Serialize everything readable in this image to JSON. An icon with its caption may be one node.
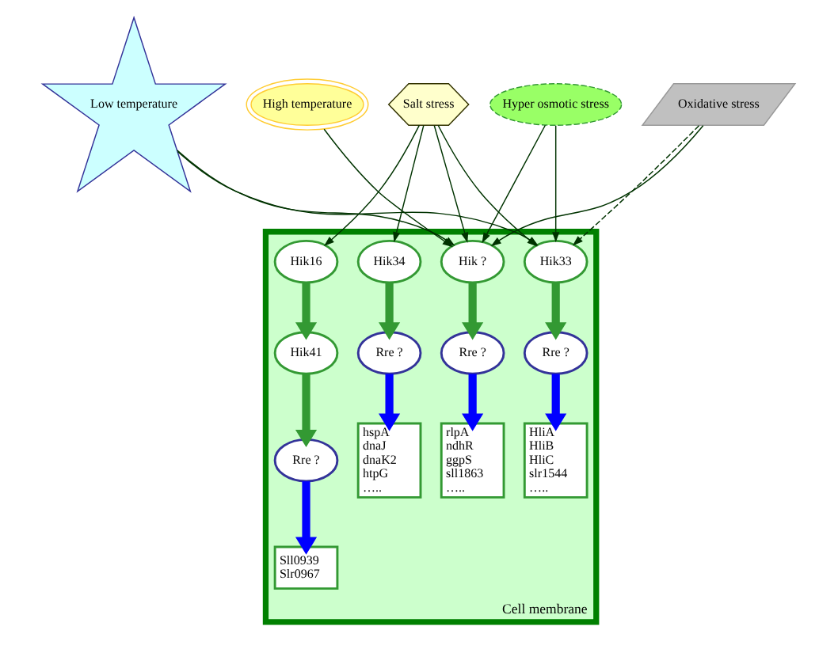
{
  "diagram": {
    "nodes": [
      {
        "text": [
          "Low temperature"
        ]
      },
      {
        "text": [
          "High temperature"
        ]
      },
      {
        "text": [
          "Salt stress"
        ]
      },
      {
        "text": [
          "Hyper osmotic stress"
        ]
      },
      {
        "text": [
          "Oxidative stress"
        ]
      },
      {
        "text": [
          "Cell membrane"
        ]
      },
      {
        "text": [
          "Hik33"
        ],
        "in": 5
      },
      {
        "text": [
          "Hik34"
        ],
        "in": 5
      },
      {
        "text": [
          "Hik16"
        ],
        "in": 5
      },
      {
        "text": [
          "Hik41"
        ],
        "in": 5
      },
      {
        "text": [
          "Hik ?"
        ],
        "in": 5
      },
      {
        "text": [
          "Rre ?"
        ],
        "in": 5
      },
      {
        "text": [
          "Rre ?"
        ],
        "in": 5
      },
      {
        "text": [
          "Rre ?"
        ],
        "in": 5
      },
      {
        "text": [
          "Rre ?"
        ],
        "in": 5
      },
      {
        "text": [
          "HliA",
          "HliB",
          "HliC",
          "slr1544",
          "….."
        ],
        "in": 5
      },
      {
        "text": [
          "hspA",
          "dnaJ",
          "dnaK2",
          "htpG",
          "….."
        ],
        "in": 5
      },
      {
        "text": [
          "Sll0939",
          "Slr0967"
        ],
        "in": 5
      },
      {
        "text": [
          "rlpA",
          "ndhR",
          "ggpS",
          "sll1863",
          "….."
        ],
        "in": 5
      }
    ],
    "edges": [
      {
        "from": 0,
        "to": 6,
        "arrow": "to"
      },
      {
        "from": 0,
        "to": 10,
        "arrow": "to"
      },
      {
        "from": 1,
        "to": 10,
        "arrow": "to"
      },
      {
        "from": 2,
        "to": 6,
        "arrow": "to"
      },
      {
        "from": 2,
        "to": 7,
        "arrow": "to"
      },
      {
        "from": 2,
        "to": 8,
        "arrow": "to"
      },
      {
        "from": 2,
        "to": 10,
        "arrow": "to"
      },
      {
        "from": 3,
        "to": 6,
        "arrow": "to"
      },
      {
        "from": 3,
        "to": 10,
        "arrow": "to"
      },
      {
        "from": 4,
        "to": 6,
        "arrow": "to",
        "style": "dashed"
      },
      {
        "from": 4,
        "to": 10,
        "arrow": "to"
      },
      {
        "from": 6,
        "to": 11,
        "arrow": "to",
        "style": "thick",
        "color": "#339933"
      },
      {
        "from": 7,
        "to": 12,
        "arrow": "to",
        "style": "thick",
        "color": "#339933"
      },
      {
        "from": 8,
        "to": 9,
        "arrow": "to",
        "style": "thick",
        "color": "#339933"
      },
      {
        "from": 9,
        "to": 13,
        "arrow": "to",
        "style": "thick",
        "color": "#339933"
      },
      {
        "from": 10,
        "to": 14,
        "arrow": "to",
        "style": "thick",
        "color": "#339933"
      },
      {
        "from": 11,
        "to": 15,
        "arrow": "to",
        "style": "thick",
        "color": "#0000ff"
      },
      {
        "from": 12,
        "to": 16,
        "arrow": "to",
        "style": "thick",
        "color": "#0000ff"
      },
      {
        "from": 13,
        "to": 17,
        "arrow": "to",
        "style": "thick",
        "color": "#0000ff"
      },
      {
        "from": 14,
        "to": 18,
        "arrow": "to",
        "style": "thick",
        "color": "#0000ff"
      }
    ]
  }
}
